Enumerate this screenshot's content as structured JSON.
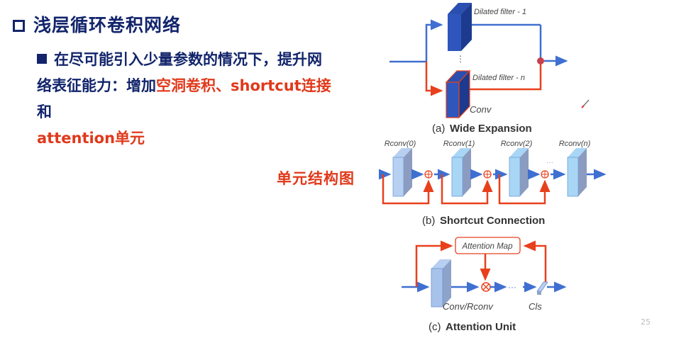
{
  "slide": {
    "title": "浅层循环卷积网络",
    "bullet": {
      "text_dark_1": "在尽可能引入少量参数的情况下，提升网络表征能力：增加",
      "text_red_1": "空洞卷积、shortcut连接",
      "text_dark_2": "和",
      "text_red_2": "attention单元"
    },
    "side_label": "单元结构图",
    "page_number": "25"
  },
  "figure": {
    "wide_expansion": {
      "top_filter_label": "Dilated filter - 1",
      "bottom_filter_label": "Dilated filter - n",
      "conv_label": "Conv",
      "ellipsis": "⋮",
      "caption_prefix": "(a)",
      "caption": "Wide Expansion"
    },
    "shortcut_connection": {
      "blocks": [
        "Rconv(0)",
        "Rconv(1)",
        "Rconv(2)",
        "Rconv(n)"
      ],
      "ellipsis": "···",
      "caption_prefix": "(b)",
      "caption": "Shortcut Connection"
    },
    "attention_unit": {
      "map_label": "Attention Map",
      "conv_label": "Conv/Rconv",
      "cls_label": "Cls",
      "ellipsis": "···",
      "caption_prefix": "(c)",
      "caption": "Attention Unit"
    },
    "colors": {
      "blue_line": "#3f6fd1",
      "red_line": "#e8401c",
      "dark_filter": "#1f3f9a",
      "light_filter": "#9fc0ec",
      "title_navy": "#12246b",
      "accent_red": "#e0391b"
    }
  }
}
